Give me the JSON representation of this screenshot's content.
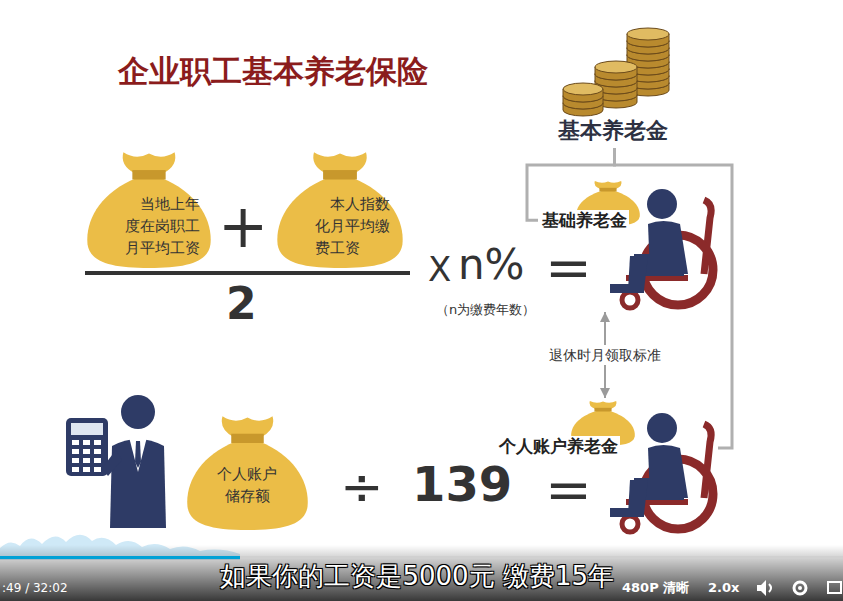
{
  "diagram": {
    "title": "企业职工基本养老保险",
    "nodes": [
      {
        "text": [
          "基本养老金"
        ]
      },
      {
        "text": [
          "当地上年度在岗职工月平均工资"
        ]
      },
      {
        "text": [
          "本人指数化月平均缴费工资"
        ]
      },
      {
        "text": [
          "基础养老金"
        ]
      },
      {
        "text": [
          "个人账户储存额"
        ]
      },
      {
        "text": [
          "个人账户养老金"
        ]
      }
    ],
    "edges": [
      {
        "from": 3,
        "to": 5,
        "arrow": "both",
        "label": "退休时月领取标准"
      },
      {
        "from": 0,
        "to": 3,
        "arrow": "none"
      },
      {
        "from": 0,
        "to": 5,
        "arrow": "none"
      }
    ],
    "labels": [
      "+",
      "2",
      "X",
      "n%",
      "（n为缴费年数）",
      "=",
      "÷",
      "139",
      "=",
      ":49 / 32:02",
      "480P 清晰",
      "2.0x",
      "如果你的工资是5000元 缴费15年"
    ]
  }
}
